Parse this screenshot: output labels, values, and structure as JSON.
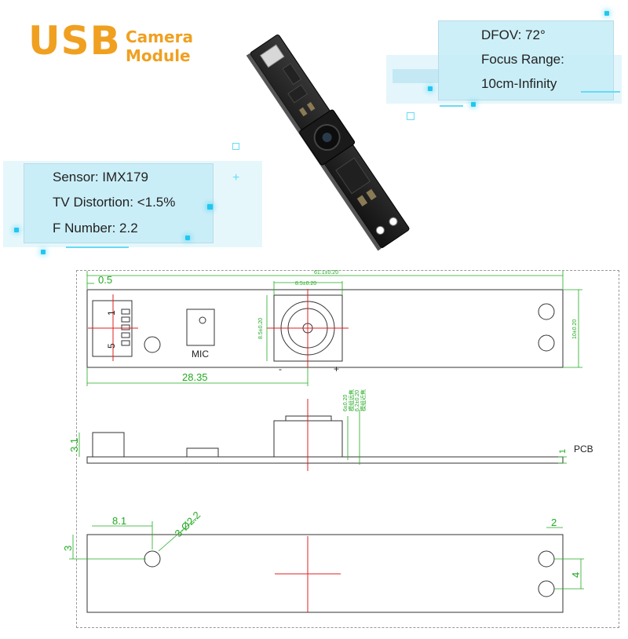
{
  "header": {
    "brand": "USB",
    "subtitle_line1": "Camera",
    "subtitle_line2": "Module"
  },
  "specs_right": [
    "DFOV: 72°",
    "Focus Range:",
    "10cm-Infinity"
  ],
  "specs_left": [
    "Sensor: IMX179",
    "TV Distortion: <1.5%",
    "F Number: 2.2"
  ],
  "colors": {
    "brand": "#f0a020",
    "panel": "#c4ecf6",
    "accent": "#21c7f0",
    "dimension": "#22aa22",
    "centerline": "#e02020"
  },
  "drawing": {
    "dims": {
      "total_length": "61.1±0.20",
      "lens_width": "8.5±0.20",
      "edge_offset": "0.5",
      "lens_height": "8.5±0.20",
      "board_height": "10±0.20",
      "lens_offset": "28.35",
      "height_a": "6±0.20",
      "height_b": "6.2±0.20",
      "note_a": "模组远焦",
      "note_b": "模组近焦",
      "connector_height": "3.1",
      "pcb_thickness": "1",
      "hole_x": "8.1",
      "hole_spec": "3-Ø2.2",
      "hole_y": "3",
      "hole_edge": "2",
      "hole_spacing": "4"
    },
    "labels": {
      "pin1": "1",
      "pin5": "5",
      "mic": "MIC",
      "minus": "-",
      "plus": "+",
      "pcb": "PCB"
    }
  }
}
